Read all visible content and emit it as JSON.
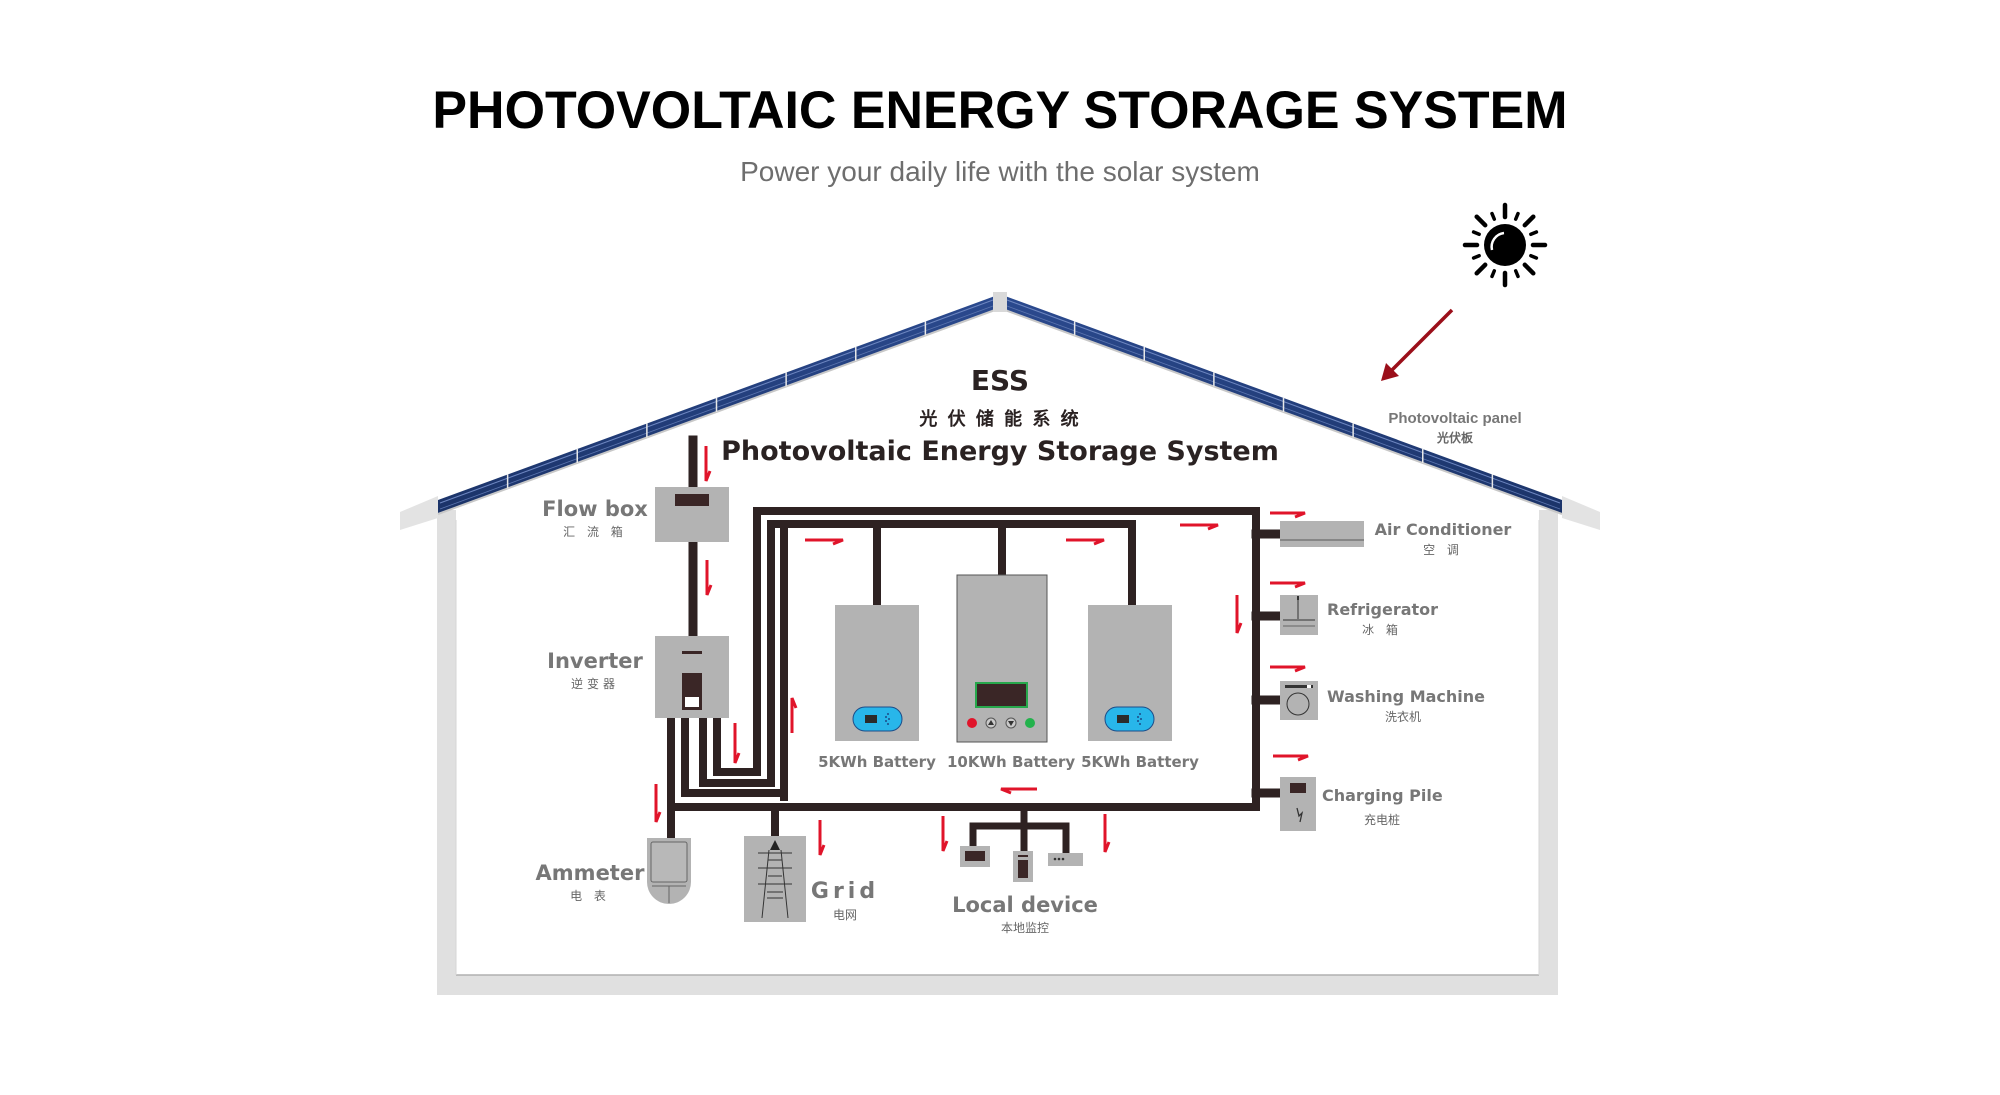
{
  "header": {
    "title": "PHOTOVOLTAIC ENERGY STORAGE SYSTEM",
    "subtitle": "Power your daily life with the solar system"
  },
  "ess": {
    "abbr": "ESS",
    "zh": "光 伏 储 能 系 统",
    "en": "Photovoltaic Energy Storage System"
  },
  "sun": {
    "icon": "sun-icon"
  },
  "panel_label": {
    "en": "Photovoltaic panel",
    "zh": "光伏板"
  },
  "components": {
    "flow_box": {
      "en": "Flow box",
      "zh": "汇 流 箱"
    },
    "inverter": {
      "en": "Inverter",
      "zh": "逆变器"
    },
    "ammeter": {
      "en": "Ammeter",
      "zh": "电  表"
    },
    "grid": {
      "en": "Grid",
      "zh": "电网"
    },
    "local_device": {
      "en": "Local device",
      "zh": "本地监控"
    }
  },
  "batteries": [
    {
      "label": "5KWh Battery"
    },
    {
      "label": "10KWh Battery"
    },
    {
      "label": "5KWh Battery"
    }
  ],
  "appliances": [
    {
      "en": "Air Conditioner",
      "zh": "空  调"
    },
    {
      "en": "Refrigerator",
      "zh": "冰  箱"
    },
    {
      "en": "Washing Machine",
      "zh": "洗衣机"
    },
    {
      "en": "Charging Pile",
      "zh": "充电桩"
    }
  ],
  "colors": {
    "cable": "#2e2222",
    "flow_arrow": "#e0142a",
    "sun_arrow": "#9b0f1a",
    "device_gray": "#b3b3b3",
    "panel_blue": "#233f7c",
    "battery_display": "#28b6ea",
    "label_gray": "#777777"
  }
}
